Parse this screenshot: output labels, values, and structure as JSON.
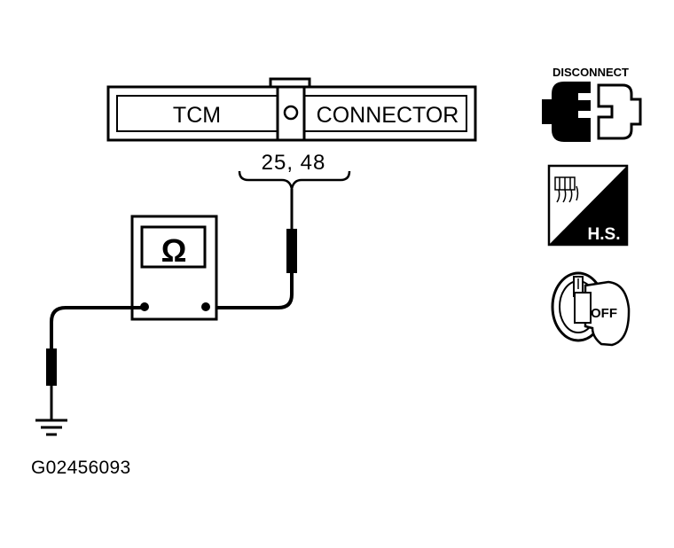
{
  "connector": {
    "left_label": "TCM",
    "right_label": "CONNECTOR",
    "pins_label": "25, 48"
  },
  "meter": {
    "symbol": "Ω",
    "type": "ohmmeter"
  },
  "icons": {
    "disconnect": {
      "name": "disconnect-icon",
      "label": "DISCONNECT"
    },
    "harness_side": {
      "name": "harness-side-icon",
      "label": "H.S."
    },
    "ignition_off": {
      "name": "ignition-key-off-icon",
      "label": "OFF"
    }
  },
  "figure_id": "G02456093"
}
